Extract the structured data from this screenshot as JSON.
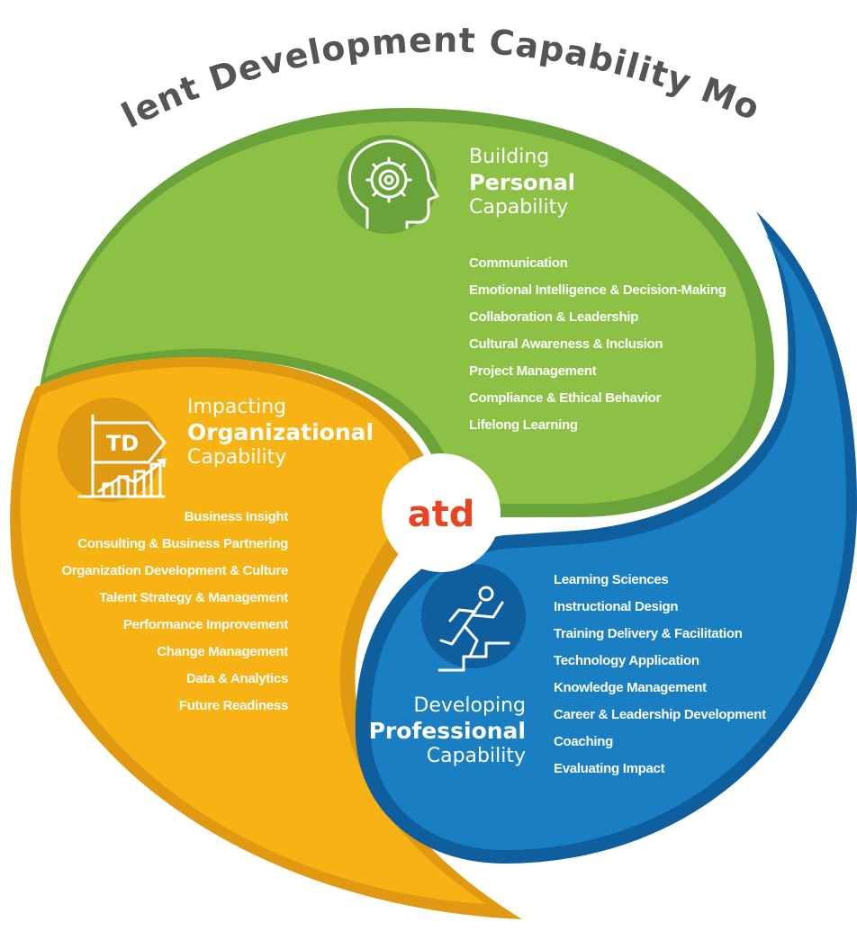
{
  "title": "Talent Development Capability Model",
  "center_logo": "atd",
  "colors": {
    "green": "#8cc145",
    "green_dark": "#6aa33a",
    "orange": "#f7b213",
    "orange_dark": "#e09a12",
    "blue": "#1a7ec2",
    "blue_dark": "#0f5f9e",
    "atd_red": "#e84424"
  },
  "personal": {
    "icon": "head-gear-icon",
    "line1": "Building",
    "line2": "Personal",
    "line3": "Capability",
    "items": [
      "Communication",
      "Emotional Intelligence & Decision-Making",
      "Collaboration & Leadership",
      "Cultural Awareness & Inclusion",
      "Project Management",
      "Compliance & Ethical Behavior",
      "Lifelong Learning"
    ]
  },
  "organizational": {
    "icon": "td-flag-chart-icon",
    "icon_text": "TD",
    "line1": "Impacting",
    "line2": "Organizational",
    "line3": "Capability",
    "items": [
      "Business Insight",
      "Consulting & Business Partnering",
      "Organization Development & Culture",
      "Talent Strategy & Management",
      "Performance Improvement",
      "Change Management",
      "Data & Analytics",
      "Future Readiness"
    ]
  },
  "professional": {
    "icon": "runner-stairs-icon",
    "line1": "Developing",
    "line2": "Professional",
    "line3": "Capability",
    "items": [
      "Learning Sciences",
      "Instructional Design",
      "Training Delivery & Facilitation",
      "Technology Application",
      "Knowledge Management",
      "Career & Leadership Development",
      "Coaching",
      "Evaluating Impact"
    ]
  }
}
